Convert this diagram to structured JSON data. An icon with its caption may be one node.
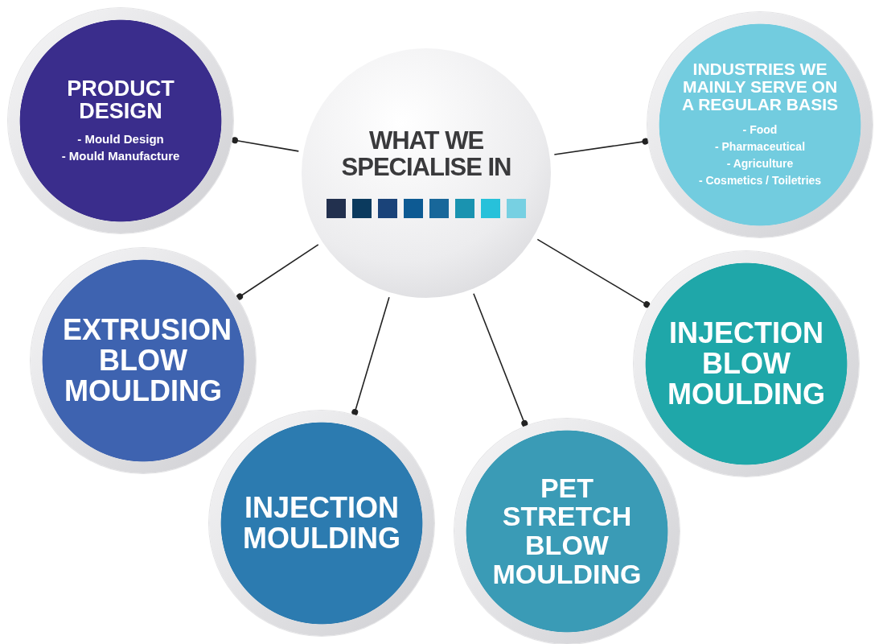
{
  "diagram": {
    "nodes": [
      {
        "text": [
          "WHAT WE SPECIALISE IN"
        ]
      },
      {
        "text": [
          "PRODUCT DESIGN",
          "- Mould Design",
          "- Mould Manufacture"
        ]
      },
      {
        "text": [
          "INDUSTRIES WE MAINLY SERVE ON A REGULAR BASIS",
          "- Food",
          "- Pharmaceutical",
          "- Agriculture",
          "- Cosmetics / Toiletries"
        ]
      },
      {
        "text": [
          "EXTRUSION BLOW MOULDING"
        ]
      },
      {
        "text": [
          "INJECTION BLOW MOULDING"
        ]
      },
      {
        "text": [
          "INJECTION MOULDING"
        ]
      },
      {
        "text": [
          "PET STRETCH BLOW MOULDING"
        ]
      }
    ],
    "edges": [
      {
        "from": 0,
        "to": 1,
        "arrow": "other"
      },
      {
        "from": 0,
        "to": 2,
        "arrow": "other"
      },
      {
        "from": 0,
        "to": 3,
        "arrow": "other"
      },
      {
        "from": 0,
        "to": 4,
        "arrow": "other"
      },
      {
        "from": 0,
        "to": 5,
        "arrow": "other"
      },
      {
        "from": 0,
        "to": 6,
        "arrow": "other"
      }
    ]
  }
}
